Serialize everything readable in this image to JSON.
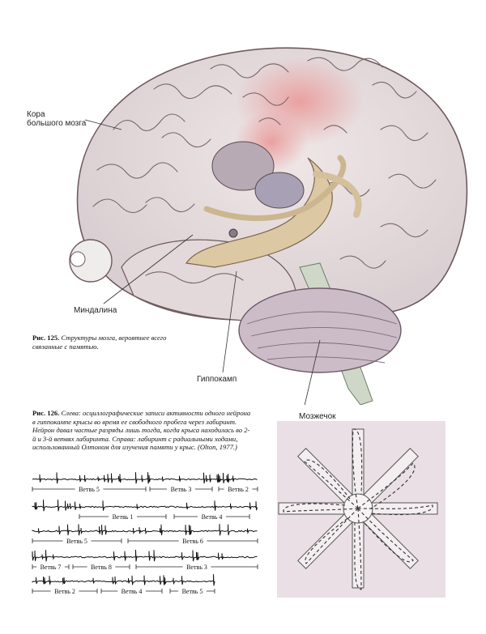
{
  "fig125": {
    "labels": {
      "cortex_line1": "Кора",
      "cortex_line2": "большого мозга",
      "amygdala": "Миндалина",
      "hippocampus": "Гиппокамп",
      "cerebellum": "Мозжечок"
    },
    "caption_num": "Рис. 125.",
    "caption_text": "Структуры мозга, вероятнее всего связанные с памятью."
  },
  "fig126": {
    "caption_num": "Рис. 126.",
    "caption_text": "Слева: осциллографические записи активности одного нейрона в гиппокампе крысы во время ее свободного пробега через лабиринт. Нейрон давал частые разряды лишь тогда, когда крыса находилась во 2-й и 3-й ветвях лабиринта. Справа: лабиринт с радиальными ходами, использованный Олтоном для изучения памяти у крыс. (Olton, 1977.)",
    "traces": [
      {
        "branches": [
          "Ветвь 5",
          "Ветвь 3",
          "Ветвь 2"
        ]
      },
      {
        "branches": [
          "Ветвь 1",
          "Ветвь 4"
        ]
      },
      {
        "branches": [
          "Ветвь 5",
          "Ветвь 6"
        ]
      },
      {
        "branches": [
          "Ветвь 7",
          "Ветвь 8",
          "Ветвь 3"
        ]
      },
      {
        "branches": [
          "Ветвь 2",
          "Ветвь 4",
          "Ветвь 5"
        ]
      }
    ]
  },
  "colors": {
    "brain_fill": "#e8dede",
    "brain_line": "#6e5a5e",
    "cortex_highlight": "#e7a3a3",
    "hippocampus": "#ddc8a4",
    "cerebellum": "#c9b9c6",
    "maze_bg": "#e9dfe4"
  }
}
